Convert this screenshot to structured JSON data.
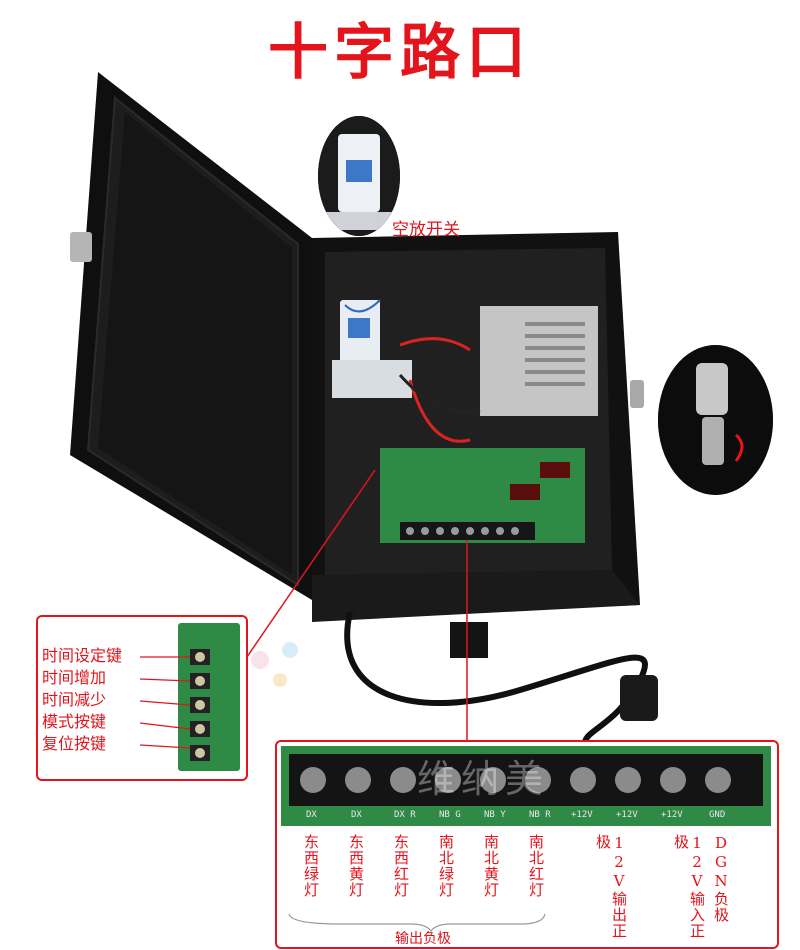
{
  "title": "十字路口",
  "breaker_label": "空放开关",
  "key_panel": {
    "labels": [
      "时间设定键",
      "时间增加",
      "时间减少",
      "模式按键",
      "复位按键"
    ]
  },
  "terminal_panel": {
    "terminal_codes": [
      "DX",
      "DX",
      "DX R",
      "NB G",
      "NB Y",
      "NB R",
      "+12V",
      "+12V",
      "+12V",
      "GND"
    ],
    "watermark": "维纳美",
    "lights": [
      "东西绿灯",
      "东西黄灯",
      "东西红灯",
      "南北绿灯",
      "南北黄灯",
      "南北红灯"
    ],
    "output_positive": "12V输出正极",
    "input_positive": "12V输入正极",
    "dgn_negative": "DGN负极",
    "output_negative": "输出负极"
  },
  "colors": {
    "accent": "#e3141c",
    "box": "#141414",
    "pcb": "#2f8a45"
  }
}
